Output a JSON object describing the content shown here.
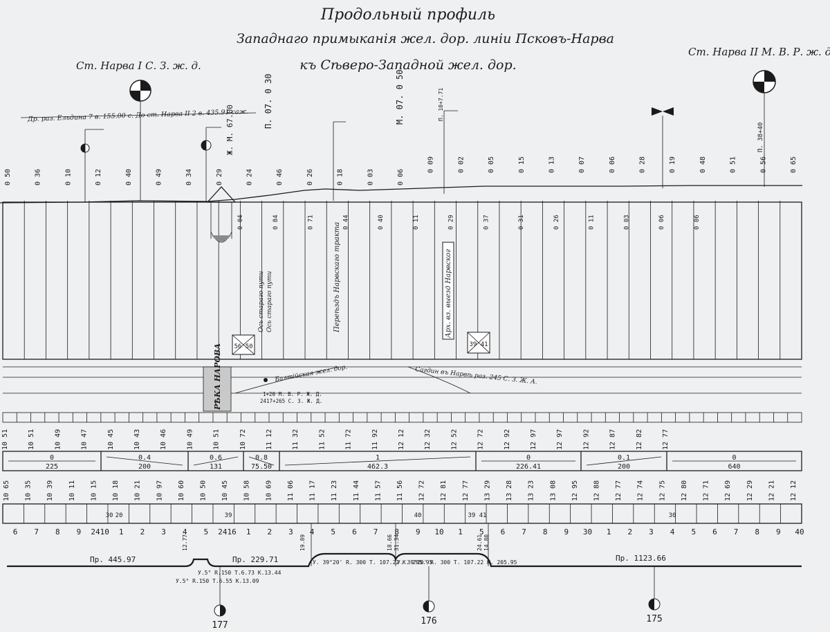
{
  "title": {
    "line1": "Продольный профиль",
    "line2": "Западнаго примыканія жел. дор. линіи Псковъ-Нарва",
    "line3": "къ Сѣверо-Западной жел. дор."
  },
  "stations": {
    "left": "Ст. Нарва I С. З. ж. д.",
    "right": "Ст. Нарва II М. В. Р. ж. д."
  },
  "top_note": "Др. раз. Ельдина 7 в. 155.00 с.   До ст. Нарва II 2 в. 435.91 саж.",
  "structures": {
    "bridge": "Ж. М. 67.00",
    "bridge_2": "П. 07.  0 30",
    "crossing_1": "М. 07.  0 50",
    "crossing_2": "П. 10+7.71",
    "pk_right": "П. 38+40",
    "river": "РѢКА НАРОВА",
    "baltic": "Балтійская жел. дор.",
    "siding": "Сагдин въ Нарвѣ раз. 245 С. З. Ж. А.",
    "gauge_note": "1+20  М. В. Р. Ж. Д.",
    "gauge_note_2": "2417+265 С. З. Ж. Д.",
    "crossing_label": "Переѣздъ Нарвскаго тракта",
    "old_line": "Ось стараго пути",
    "old_line_2": "Ось стараго пути",
    "pipe_box_1": "56 50",
    "pipe_box_2": "39 41"
  },
  "vertical_labels": [
    "0 50",
    "0 36",
    "0 10",
    "0 12",
    "0 40",
    "0 49",
    "0 34",
    "0 29",
    "0 24",
    "0 46",
    "0 26",
    "0 18",
    "0 03",
    "0 06",
    "0 09",
    "0 02",
    "0 05",
    "0 15",
    "0 13",
    "0 07",
    "0 06",
    "0 28",
    "0 19",
    "0 48",
    "0 51",
    "0 56",
    "0 65"
  ],
  "cut_depths": [
    "0 04",
    "0 84",
    "0 71",
    "0 44",
    "0 40",
    "0 11",
    "0 29",
    "0 37",
    "0 31",
    "0 26",
    "0 11",
    "0 03",
    "0 06",
    "0 06"
  ],
  "ground_marks": [
    "10 51",
    "10 51",
    "10 49",
    "10 47",
    "10 45",
    "10 43",
    "10 46",
    "10 49",
    "10 51",
    "10 72",
    "11 12",
    "11 32",
    "11 52",
    "11 72",
    "11 92",
    "12 12",
    "12 32",
    "12 52",
    "12 72",
    "12 92",
    "12 97",
    "12 97",
    "12 92",
    "12 87",
    "12 82",
    "12 77"
  ],
  "grades": [
    {
      "num": "0",
      "den": "225"
    },
    {
      "num": "0.4",
      "den": "200"
    },
    {
      "num": "0.6",
      "den": "131"
    },
    {
      "num": "0.8",
      "den": "75.50"
    },
    {
      "num": "1",
      "den": "462.3"
    },
    {
      "num": "0",
      "den": "226.41"
    },
    {
      "num": "0.1",
      "den": "200"
    },
    {
      "num": "0",
      "den": "640"
    }
  ],
  "design_marks": [
    "10 65",
    "10 35",
    "10 39",
    "10 11",
    "10 15",
    "10 18",
    "10 21",
    "10 97",
    "10 60",
    "10 50",
    "10 45",
    "10 58",
    "10 69",
    "11 06",
    "11 17",
    "11 23",
    "11 44",
    "11 57",
    "11 56",
    "12 72",
    "12 81",
    "12 77",
    "13 29",
    "13 28",
    "13 23",
    "13 08",
    "12 95",
    "12 88",
    "12 77",
    "12 74",
    "12 75",
    "12 80",
    "12 71",
    "12 69",
    "12 29",
    "12 21",
    "12 12"
  ],
  "distances": [
    "30",
    "20",
    "39",
    "40",
    "30",
    "39 41"
  ],
  "pickets": [
    "6",
    "7",
    "8",
    "9",
    "2410",
    "1",
    "2",
    "3",
    "4",
    "5",
    "2416",
    "1",
    "2",
    "3",
    "4",
    "5",
    "6",
    "7",
    "8",
    "9",
    "10",
    "1",
    "5",
    "6",
    "7",
    "8",
    "9",
    "30",
    "1",
    "2",
    "3",
    "4",
    "5",
    "6",
    "7",
    "8",
    "9",
    "40"
  ],
  "plan": {
    "straight_1": "Пр. 445.97",
    "straight_2": "Пр. 229.71",
    "curve_1": "У. 39°20' R. 300 T. 107.22 K. 205.95",
    "curve_2": "У. 39°20' R. 300 T. 107.22 K. 205.95",
    "straight_3": "Пр. 1123.66",
    "curve_small_1": "У.5° R.150 T.6.55 K.13.09",
    "curve_small_2": "У.5° R.150 T.6.73 K.13.44",
    "side_marks": [
      "18.66",
      "31.34",
      "24.61",
      "14.80",
      "19.89",
      "12.77"
    ]
  },
  "versts": [
    "177",
    "176",
    "175"
  ]
}
